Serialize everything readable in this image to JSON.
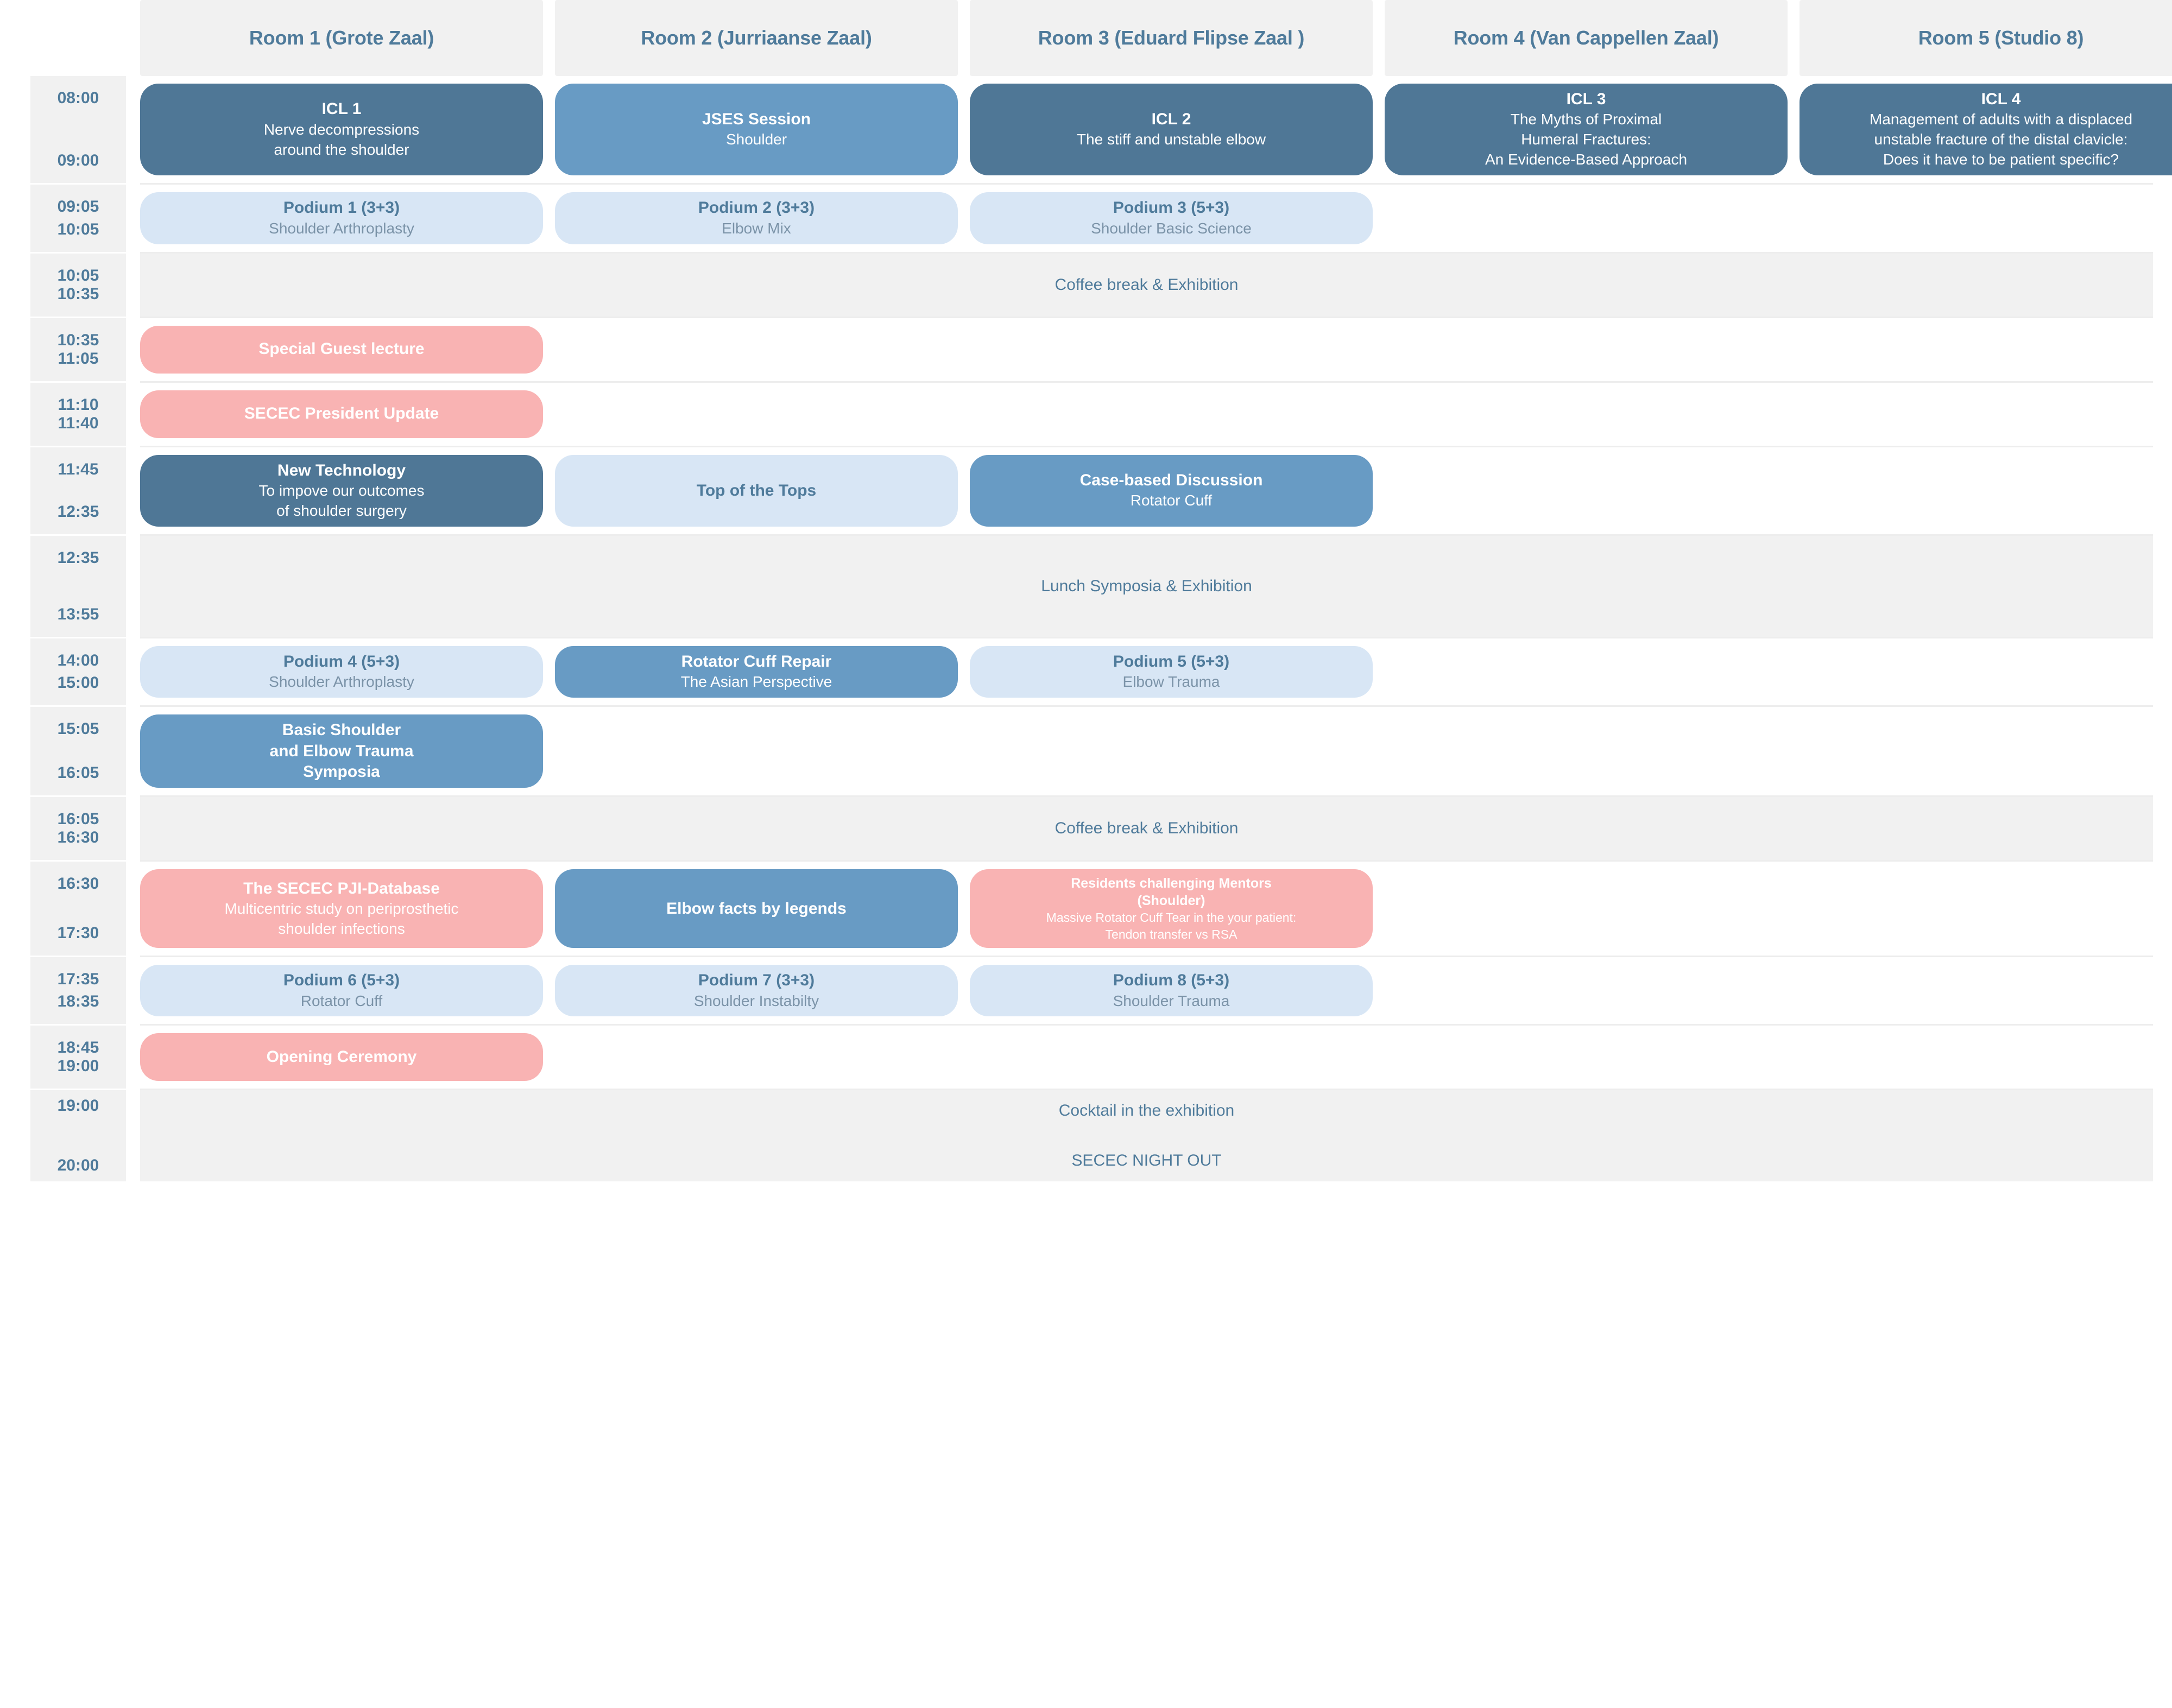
{
  "colors": {
    "dark_blue": "#4f7796",
    "mid_blue": "#689bc4",
    "light_blue": "#d8e6f5",
    "pink": "#f9b3b3",
    "band_grey": "#f1f1f1",
    "text_blue": "#4f7b9b"
  },
  "rooms": [
    {
      "label": "Room 1 (Grote Zaal)"
    },
    {
      "label": "Room 2 (Jurriaanse Zaal)"
    },
    {
      "label": "Room 3 (Eduard Flipse Zaal )"
    },
    {
      "label": "Room 4 (Van Cappellen Zaal)"
    },
    {
      "label": "Room 5 (Studio 8)"
    }
  ],
  "rows": [
    {
      "start": "08:00",
      "end": "09:00",
      "sessions": [
        {
          "title": "ICL 1",
          "sub": "Nerve decompressions\naround the shoulder",
          "color": "dark"
        },
        {
          "title": "JSES Session",
          "sub": "Shoulder",
          "color": "mid"
        },
        {
          "title": "ICL 2",
          "sub": "The stiff and unstable elbow",
          "color": "dark"
        },
        {
          "title": "ICL 3",
          "sub": "The Myths of Proximal\nHumeral Fractures:\nAn Evidence-Based Approach",
          "color": "dark"
        },
        {
          "title": "ICL 4",
          "sub": "Management of adults with a displaced\nunstable fracture of the distal clavicle:\nDoes it have to be patient specific?",
          "color": "dark"
        }
      ]
    },
    {
      "start": "09:05",
      "end": "10:05",
      "sessions": [
        {
          "title": "Podium 1 (3+3)",
          "sub": "Shoulder Arthroplasty",
          "color": "light"
        },
        {
          "title": "Podium 2 (3+3)",
          "sub": "Elbow Mix",
          "color": "light"
        },
        {
          "title": "Podium 3 (5+3)",
          "sub": "Shoulder Basic Science",
          "color": "light"
        },
        {
          "title": "",
          "sub": "",
          "color": "empty"
        },
        {
          "title": "",
          "sub": "",
          "color": "empty"
        }
      ]
    },
    {
      "start": "10:05",
      "end": "10:35",
      "band": [
        "Coffee break & Exhibition"
      ],
      "band_height": "h-break"
    },
    {
      "start": "10:35",
      "end": "11:05",
      "sessions": [
        {
          "title": "Special Guest lecture",
          "sub": "",
          "color": "pink"
        },
        {
          "title": "",
          "sub": "",
          "color": "empty"
        },
        {
          "title": "",
          "sub": "",
          "color": "empty"
        },
        {
          "title": "",
          "sub": "",
          "color": "empty"
        },
        {
          "title": "",
          "sub": "",
          "color": "empty"
        }
      ]
    },
    {
      "start": "11:10",
      "end": "11:40",
      "sessions": [
        {
          "title": "SECEC President Update",
          "sub": "",
          "color": "pink"
        },
        {
          "title": "",
          "sub": "",
          "color": "empty"
        },
        {
          "title": "",
          "sub": "",
          "color": "empty"
        },
        {
          "title": "",
          "sub": "",
          "color": "empty"
        },
        {
          "title": "",
          "sub": "",
          "color": "empty"
        }
      ]
    },
    {
      "start": "11:45",
      "end": "12:35",
      "sessions": [
        {
          "title": "New Technology",
          "sub": "To impove our outcomes\nof shoulder surgery",
          "color": "dark"
        },
        {
          "title": "Top of the Tops",
          "sub": "",
          "color": "light"
        },
        {
          "title": "Case-based Discussion",
          "sub": "Rotator Cuff",
          "color": "mid"
        },
        {
          "title": "",
          "sub": "",
          "color": "empty"
        },
        {
          "title": "",
          "sub": "",
          "color": "empty"
        }
      ]
    },
    {
      "start": "12:35",
      "end": "13:55",
      "band": [
        "Lunch Symposia & Exhibition"
      ],
      "band_height": "h-lunch"
    },
    {
      "start": "14:00",
      "end": "15:00",
      "sessions": [
        {
          "title": "Podium 4 (5+3)",
          "sub": "Shoulder Arthroplasty",
          "color": "light"
        },
        {
          "title": "Rotator Cuff Repair",
          "sub": "The Asian Perspective",
          "color": "mid"
        },
        {
          "title": "Podium 5 (5+3)",
          "sub": "Elbow Trauma",
          "color": "light"
        },
        {
          "title": "",
          "sub": "",
          "color": "empty"
        },
        {
          "title": "",
          "sub": "",
          "color": "empty"
        }
      ]
    },
    {
      "start": "15:05",
      "end": "16:05",
      "sessions": [
        {
          "title": "Basic Shoulder\nand Elbow Trauma\nSymposia",
          "sub": "",
          "color": "mid"
        },
        {
          "title": "",
          "sub": "",
          "color": "empty"
        },
        {
          "title": "",
          "sub": "",
          "color": "empty"
        },
        {
          "title": "",
          "sub": "",
          "color": "empty"
        },
        {
          "title": "",
          "sub": "",
          "color": "empty"
        }
      ]
    },
    {
      "start": "16:05",
      "end": "16:30",
      "band": [
        "Coffee break & Exhibition"
      ],
      "band_height": "h-break"
    },
    {
      "start": "16:30",
      "end": "17:30",
      "sessions": [
        {
          "title": "The SECEC PJI-Database",
          "sub": "Multicentric study on periprosthetic\nshoulder infections",
          "color": "pink"
        },
        {
          "title": "Elbow facts by legends",
          "sub": "",
          "color": "mid"
        },
        {
          "title": "Residents challenging Mentors\n(Shoulder)",
          "sub": "Massive Rotator Cuff Tear in the your patient:\nTendon transfer vs RSA",
          "color": "pink",
          "small": true
        },
        {
          "title": "",
          "sub": "",
          "color": "empty"
        },
        {
          "title": "",
          "sub": "",
          "color": "empty"
        }
      ]
    },
    {
      "start": "17:35",
      "end": "18:35",
      "sessions": [
        {
          "title": "Podium 6 (5+3)",
          "sub": "Rotator Cuff",
          "color": "light"
        },
        {
          "title": "Podium 7 (3+3)",
          "sub": "Shoulder Instabilty",
          "color": "light"
        },
        {
          "title": "Podium 8 (5+3)",
          "sub": "Shoulder Trauma",
          "color": "light"
        },
        {
          "title": "",
          "sub": "",
          "color": "empty"
        },
        {
          "title": "",
          "sub": "",
          "color": "empty"
        }
      ]
    },
    {
      "start": "18:45",
      "end": "19:00",
      "sessions": [
        {
          "title": "Opening Ceremony",
          "sub": "",
          "color": "pink"
        },
        {
          "title": "",
          "sub": "",
          "color": "empty"
        },
        {
          "title": "",
          "sub": "",
          "color": "empty"
        },
        {
          "title": "",
          "sub": "",
          "color": "empty"
        },
        {
          "title": "",
          "sub": "",
          "color": "empty"
        }
      ]
    },
    {
      "start": "19:00",
      "end": "20:00",
      "band": [
        "Cocktail in the exhibition",
        "SECEC NIGHT OUT"
      ],
      "band_height": "h-foot",
      "time_tight": true
    }
  ]
}
